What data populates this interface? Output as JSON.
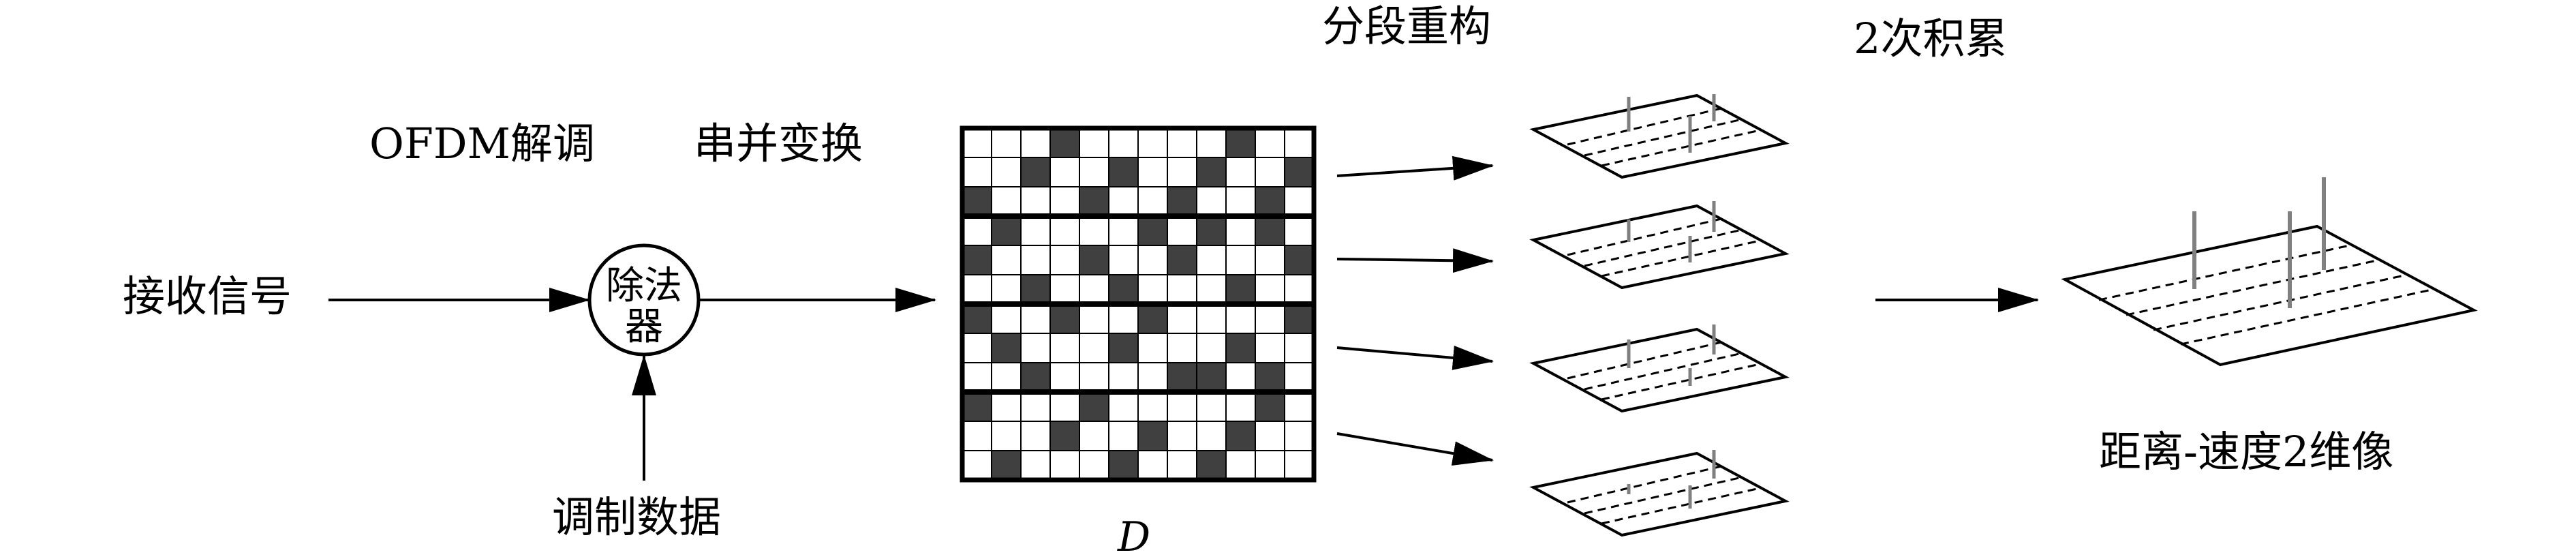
{
  "labels": {
    "received_signal": "接收信号",
    "ofdm_demod": "OFDM解调",
    "serial_parallel": "串并变换",
    "divider_line1": "除法",
    "divider_line2": "器",
    "modulation_data": "调制数据",
    "matrix_symbol": "D",
    "segment_reconstruct": "分段重构",
    "secondary_accumulation": "2次积累",
    "range_velocity_image": "距离-速度2维像"
  },
  "matrix": {
    "rows": 12,
    "cols": 12,
    "block_count": 4,
    "dark_cells": [
      [
        0,
        3
      ],
      [
        0,
        9
      ],
      [
        1,
        2
      ],
      [
        1,
        5
      ],
      [
        1,
        8
      ],
      [
        1,
        11
      ],
      [
        2,
        0
      ],
      [
        2,
        4
      ],
      [
        2,
        7
      ],
      [
        2,
        10
      ],
      [
        3,
        1
      ],
      [
        3,
        6
      ],
      [
        3,
        8
      ],
      [
        3,
        10
      ],
      [
        4,
        0
      ],
      [
        4,
        4
      ],
      [
        4,
        7
      ],
      [
        4,
        11
      ],
      [
        5,
        2
      ],
      [
        5,
        5
      ],
      [
        5,
        9
      ],
      [
        6,
        0
      ],
      [
        6,
        3
      ],
      [
        6,
        6
      ],
      [
        6,
        11
      ],
      [
        7,
        1
      ],
      [
        7,
        5
      ],
      [
        7,
        9
      ],
      [
        8,
        2
      ],
      [
        8,
        7
      ],
      [
        8,
        8
      ],
      [
        8,
        10
      ],
      [
        9,
        0
      ],
      [
        9,
        4
      ],
      [
        9,
        10
      ],
      [
        10,
        3
      ],
      [
        10,
        6
      ],
      [
        10,
        9
      ],
      [
        11,
        1
      ],
      [
        11,
        5
      ],
      [
        11,
        8
      ]
    ]
  },
  "colors": {
    "line": "#000000",
    "dark_cell": "#404040",
    "spike": "#808080"
  }
}
